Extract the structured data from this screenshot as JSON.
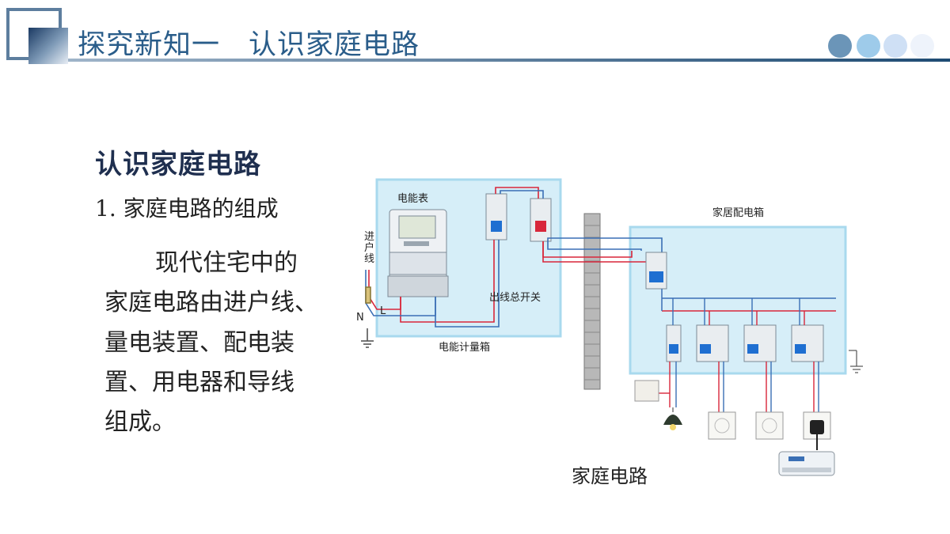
{
  "header": {
    "title": "探究新知一　认识家庭电路"
  },
  "dots": [
    "#6b95b8",
    "#9ecbea",
    "#cfe0f5",
    "#eef3fb"
  ],
  "content": {
    "section_title": "认识家庭电路",
    "subtitle": "1. 家庭电路的组成",
    "paragraph_lines": [
      "现代住宅中的",
      "家庭电路由进户线、",
      "量电装置、配电装",
      "置、用电器和导线",
      "组成。"
    ]
  },
  "diagram": {
    "meter_label": "电能表",
    "incoming_line_label": "进户线",
    "neutral_label": "N",
    "live_label": "L",
    "main_switch_label": "出线总开关",
    "meter_box_label": "电能计量箱",
    "distribution_box_label": "家居配电箱",
    "caption": "家庭电路"
  }
}
